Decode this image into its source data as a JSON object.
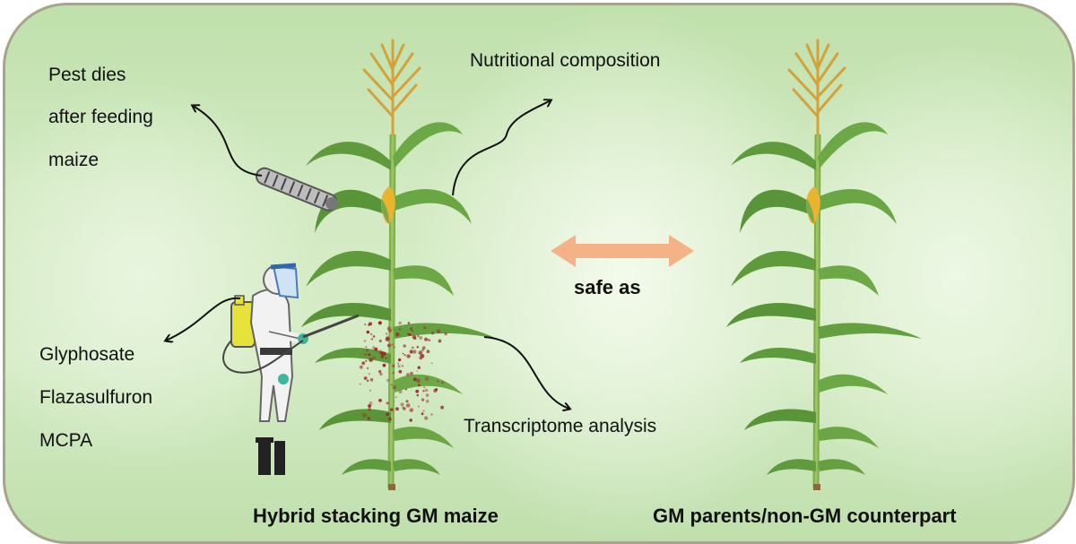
{
  "pest_text": [
    "Pest dies",
    "after feeding",
    "maize"
  ],
  "herbicides": [
    "Glyphosate",
    "Flazasulfuron",
    "MCPA"
  ],
  "nutritional_label": "Nutritional composition",
  "transcriptome_label": "Transcriptome analysis",
  "comparison_label": "safe as",
  "left_caption": "Hybrid stacking GM  maize",
  "right_caption": "GM parents/non-GM  counterpart",
  "colors": {
    "border": "#a8a38e",
    "background": "#cfe7bf",
    "double_arrow": "#f5b287",
    "leaf": "#5f9a3c",
    "tassel": "#d4a23a",
    "ear": "#e9b530",
    "spray_droplets": "#9b2a2a"
  },
  "icons": [
    "caterpillar-icon",
    "farmer-sprayer-icon",
    "maize-plant-icon",
    "double-arrow-icon"
  ]
}
